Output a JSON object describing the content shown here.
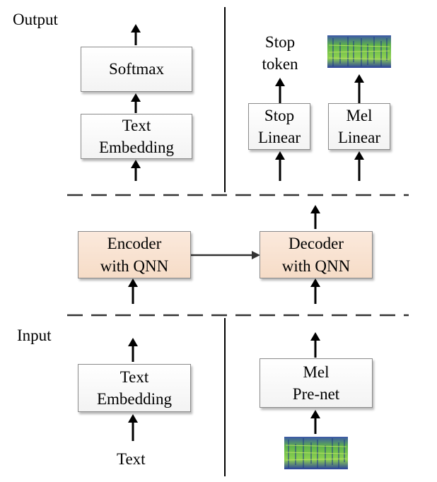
{
  "sections": {
    "output_label": "Output",
    "input_label": "Input"
  },
  "output_left": {
    "softmax": "Softmax",
    "text_embedding": [
      "Text",
      "Embedding"
    ]
  },
  "output_right": {
    "stop_token": [
      "Stop",
      "token"
    ],
    "stop_linear": [
      "Stop",
      "Linear"
    ],
    "mel_linear": [
      "Mel",
      "Linear"
    ]
  },
  "middle": {
    "encoder": [
      "Encoder",
      "with QNN"
    ],
    "decoder": [
      "Decoder",
      "with QNN"
    ]
  },
  "input_left": {
    "text_embedding": [
      "Text",
      "Embedding"
    ],
    "text": "Text"
  },
  "input_right": {
    "mel_prenet": [
      "Mel",
      "Pre-net"
    ]
  },
  "colors": {
    "module_fill": "#f6dcc7",
    "box_fill": "#ffffff",
    "line": "#000000",
    "spectrogram_green": "#7ec850",
    "spectrogram_blue": "#2a3f9e"
  },
  "icons": [
    "spectrogram-image",
    "up-arrow-icon",
    "right-arrow-icon"
  ]
}
